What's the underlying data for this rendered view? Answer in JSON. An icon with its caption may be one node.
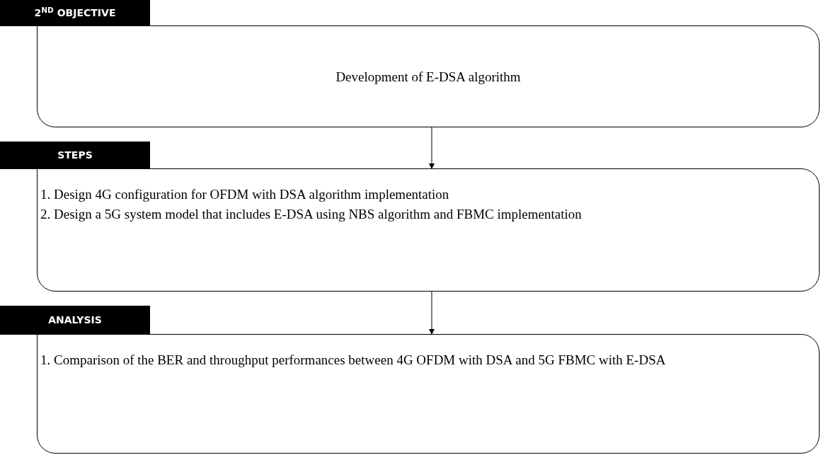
{
  "diagram": {
    "nodes": [
      {
        "text": [
          "2$^{ND}$ OBJECTIVE"
        ]
      },
      {
        "text": [
          "Development of E-DSA algorithm"
        ]
      },
      {
        "text": [
          "STEPS"
        ]
      },
      {
        "text": [
          "1. Design 4G configuration for OFDM with DSA algorithm implementation",
          "2. Design a 5G system model that includes E-DSA using NBS algorithm and FBMC implementation"
        ]
      },
      {
        "text": [
          "ANALYSIS"
        ]
      },
      {
        "text": [
          "1. Comparison of the BER and throughput performances between 4G OFDM with DSA and 5G FBMC with E-DSA"
        ]
      }
    ],
    "edges": [
      {
        "from": 1,
        "to": 3,
        "arrow": "to"
      },
      {
        "from": 3,
        "to": 5,
        "arrow": "to"
      }
    ]
  }
}
